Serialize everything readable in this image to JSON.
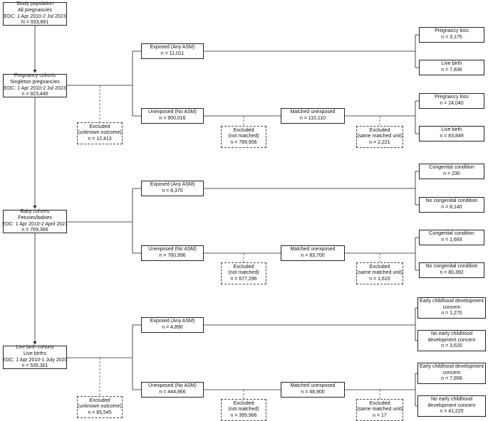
{
  "study": {
    "l1": "Study population",
    "l2": "All pregnancies",
    "l3": "EDC: 1 Apr 2010-2 Jul 2023",
    "l4": "N = 933,681"
  },
  "preg": {
    "l1": "Pregnancy cohorts",
    "l2": "Singleton pregnancies",
    "l3": "EDC: 1 Apr 2010-2 Jul 2023",
    "l4": "n = 923,440"
  },
  "baby": {
    "l1": "Baby cohorts",
    "l2": "Fetuses/babies",
    "l3": "EDC: 1 Apr 2010-2 April 2021",
    "l4": "n = 769,366"
  },
  "live": {
    "l1": "Live birth cohorts",
    "l2": "Live births",
    "l3": "EDC: 1 Apr 2010-1 July 2020",
    "l4": "n = 535,301"
  },
  "p_excl": {
    "l1": "Excluded",
    "l2": "(unknown outcome)",
    "l3": "n = 12,413"
  },
  "p_exp": {
    "l1": "Exposed (Any ASM)",
    "l2": "n = 11,011"
  },
  "p_unexp": {
    "l1": "Unexposed (No ASM)",
    "l2": "n = 900,016"
  },
  "p_nm": {
    "l1": "Excluded",
    "l2": "(not matched)",
    "l3": "n = 789,906"
  },
  "p_match": {
    "l1": "Matched unexposed",
    "l2": "n = 110,110"
  },
  "p_sm": {
    "l1": "Excluded",
    "l2": "(same matched unit)",
    "l3": "n = 2,221"
  },
  "p_o1": {
    "l1": "Pregnancy loss",
    "l2": "n = 3,175"
  },
  "p_o2": {
    "l1": "Live birth",
    "l2": "n = 7,836"
  },
  "p_o3": {
    "l1": "Pregnancy loss",
    "l2": "n = 24,040"
  },
  "p_o4": {
    "l1": "Live birth",
    "l2": "n = 83,849"
  },
  "b_exp": {
    "l1": "Exposed (Any ASM)",
    "l2": "n = 8,370"
  },
  "b_unexp": {
    "l1": "Unexposed (No ASM)",
    "l2": "n = 760,996"
  },
  "b_nm": {
    "l1": "Excluded",
    "l2": "(not matched)",
    "l3": "n = 677,296"
  },
  "b_match": {
    "l1": "Matched unexposed",
    "l2": "n = 83,700"
  },
  "b_sm": {
    "l1": "Excluded",
    "l2": "(same matched unit)",
    "l3": "n = 1,615"
  },
  "b_o1": {
    "l1": "Congenital condition",
    "l2": "n = 230"
  },
  "b_o2": {
    "l1": "No congenital condition",
    "l2": "n = 8,140"
  },
  "b_o3": {
    "l1": "Congenital condition",
    "l2": "n = 1,693"
  },
  "b_o4": {
    "l1": "No congenital condition",
    "l2": "n = 80,392"
  },
  "l_excl": {
    "l1": "Excluded",
    "l2": "(unknown outcome)",
    "l3": "n = 85,545"
  },
  "l_exp": {
    "l1": "Exposed (Any ASM)",
    "l2": "n = 4,890"
  },
  "l_unexp": {
    "l1": "Unexposed (No ASM)",
    "l2": "n = 444,866"
  },
  "l_nm": {
    "l1": "Excluded",
    "l2": "(not matched)",
    "l3": "n = 395,966"
  },
  "l_match": {
    "l1": "Matched unexposed",
    "l2": "n = 48,900"
  },
  "l_sm": {
    "l1": "Excluded",
    "l2": "(same matched unit)",
    "l3": "n = 17"
  },
  "l_o1": {
    "l1": "Early childhood development",
    "l2": "concern",
    "l3": "n = 1,270"
  },
  "l_o2": {
    "l1": "No early childhood",
    "l2": "development concern",
    "l3": "n = 3,620"
  },
  "l_o3": {
    "l1": "Early childhood development",
    "l2": "concern",
    "l3": "n = 7,658"
  },
  "l_o4": {
    "l1": "No early childhood",
    "l2": "development concern",
    "l3": "n = 41,225"
  }
}
